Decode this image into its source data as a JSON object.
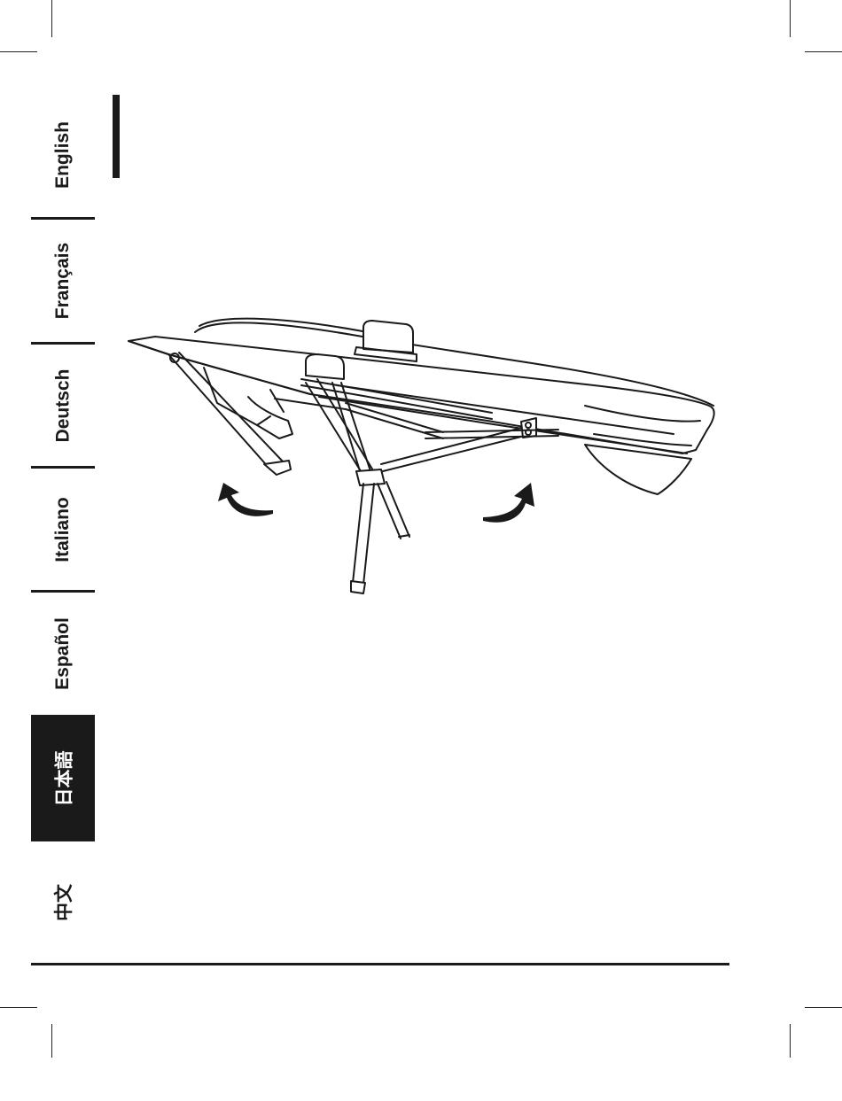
{
  "language_tabs": [
    {
      "label": "English",
      "active": false
    },
    {
      "label": "Français",
      "active": false
    },
    {
      "label": "Deutsch",
      "active": false
    },
    {
      "label": "Italiano",
      "active": false
    },
    {
      "label": "Español",
      "active": false
    },
    {
      "label": "日本語",
      "active": true
    },
    {
      "label": "中文",
      "active": false
    }
  ],
  "illustration": {
    "subject": "folded ironing board with legs and two rotation arrows",
    "arrows": [
      "rotate-arrow-left",
      "rotate-arrow-right"
    ]
  },
  "colors": {
    "ink": "#1a1a1a",
    "active_tab_bg": "#1a1a1a",
    "active_tab_text": "#ffffff"
  }
}
